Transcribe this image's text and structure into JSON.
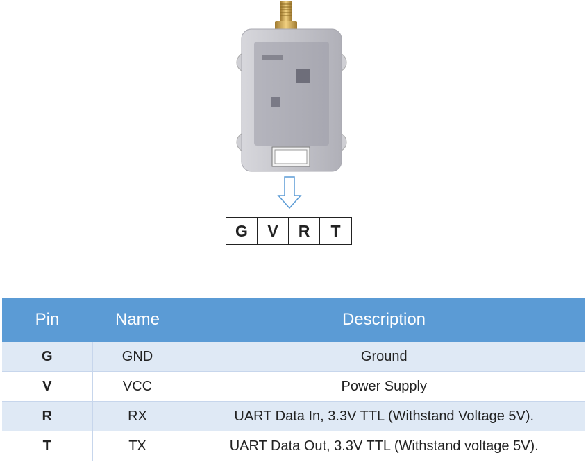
{
  "pin_labels": [
    "G",
    "V",
    "R",
    "T"
  ],
  "table": {
    "headers": [
      "Pin",
      "Name",
      "Description"
    ],
    "rows": [
      {
        "pin": "G",
        "name": "GND",
        "description": "Ground"
      },
      {
        "pin": "V",
        "name": "VCC",
        "description": "Power Supply"
      },
      {
        "pin": "R",
        "name": "RX",
        "description": "UART Data In, 3.3V TTL (Withstand Voltage 5V)."
      },
      {
        "pin": "T",
        "name": "TX",
        "description": "UART Data Out, 3.3V TTL (Withstand voltage 5V)."
      }
    ]
  },
  "colors": {
    "header_bg": "#5b9bd5",
    "row_alt_bg": "#dfe9f5",
    "arrow": "#5b9bd5"
  }
}
